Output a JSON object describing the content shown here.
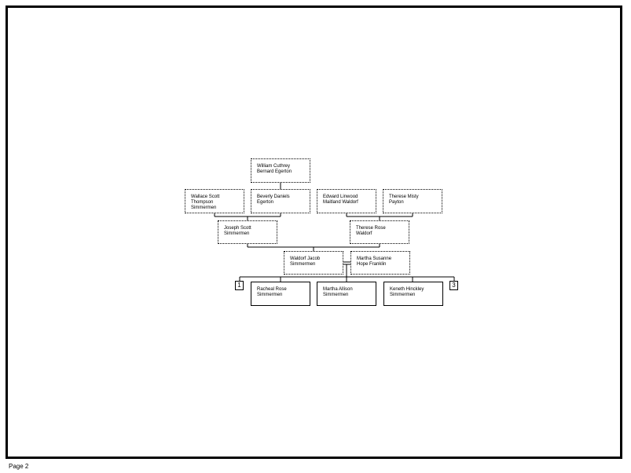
{
  "footer": {
    "page_label": "Page 2"
  },
  "people": {
    "william": {
      "line1": "William Cuthrey",
      "line2": "Bernard Egerton"
    },
    "wallace": {
      "line1": "Wallace Scott",
      "line2": "Thompson",
      "line3": "Simmermen"
    },
    "beverly": {
      "line1": "Beverly Daniels",
      "line2": "Egerton"
    },
    "edward": {
      "line1": "Edward Linwood",
      "line2": "Maitland Waldorf"
    },
    "therese_m": {
      "line1": "Therese Misty",
      "line2": "Payton"
    },
    "joseph": {
      "line1": "Joseph Scott",
      "line2": "Simmermen"
    },
    "therese_r": {
      "line1": "Therese Rose",
      "line2": "Waldorf"
    },
    "waldorf": {
      "line1": "Waldorf Jacob",
      "line2": "Simmermen"
    },
    "martha_s": {
      "line1": "Martha Susanne",
      "line2": "Hope Franklin"
    },
    "racheal": {
      "line1": "Racheal Rose",
      "line2": "Simmermen"
    },
    "martha_a": {
      "line1": "Martha Allison",
      "line2": "Simmermen"
    },
    "keneth": {
      "line1": "Keneth Hinckley",
      "line2": "Simmermen"
    }
  },
  "markers": {
    "left": "1",
    "right": "3"
  }
}
